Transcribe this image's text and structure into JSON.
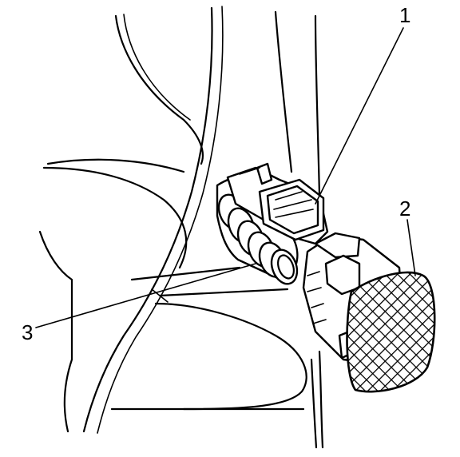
{
  "callouts": [
    {
      "id": "1",
      "text": "1"
    },
    {
      "id": "2",
      "text": "2"
    },
    {
      "id": "3",
      "text": "3"
    }
  ],
  "colors": {
    "line": "#000000",
    "background": "#ffffff"
  },
  "parts": {
    "connector": "electrical-connector",
    "sensor": "sensor-with-mesh-face",
    "harness": "corrugated-wiring-harness"
  }
}
